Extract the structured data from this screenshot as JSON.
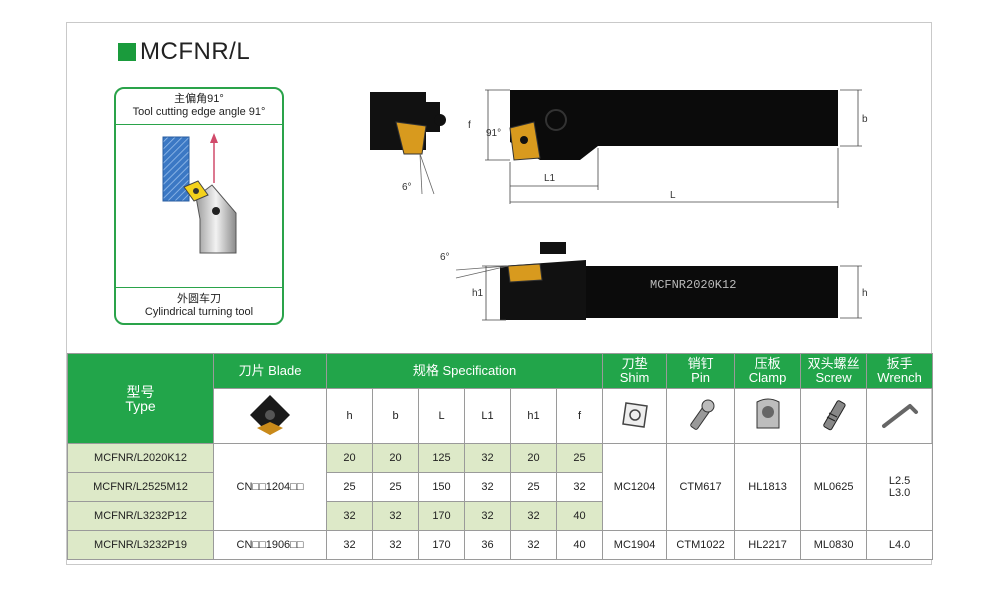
{
  "title": "MCFNR/L",
  "angle_box": {
    "top_cn": "主偏角91°",
    "top_en": "Tool cutting edge angle 91°",
    "bottom_cn": "外圆车刀",
    "bottom_en": "Cylindrical turning tool"
  },
  "drawing": {
    "angle_91": "91°",
    "angle_6_top": "6°",
    "angle_6_bottom": "6°",
    "dim_f": "f",
    "dim_b": "b",
    "dim_L1": "L1",
    "dim_L": "L",
    "dim_h1": "h1",
    "dim_h": "h",
    "engraving": "MCFNR2020K12"
  },
  "table": {
    "headers": {
      "type_cn": "型号",
      "type_en": "Type",
      "blade": "刀片 Blade",
      "spec": "规格 Specification",
      "shim_cn": "刀垫",
      "shim_en": "Shim",
      "pin_cn": "销钉",
      "pin_en": "Pin",
      "clamp_cn": "压板",
      "clamp_en": "Clamp",
      "screw_cn": "双头螺丝",
      "screw_en": "Screw",
      "wrench_cn": "扳手",
      "wrench_en": "Wrench"
    },
    "spec_cols": [
      "h",
      "b",
      "L",
      "L1",
      "h1",
      "f"
    ],
    "rows": [
      {
        "type": "MCFNR/L2020K12",
        "h": "20",
        "b": "20",
        "L": "125",
        "L1": "32",
        "h1": "20",
        "f": "25"
      },
      {
        "type": "MCFNR/L2525M12",
        "h": "25",
        "b": "25",
        "L": "150",
        "L1": "32",
        "h1": "25",
        "f": "32"
      },
      {
        "type": "MCFNR/L3232P12",
        "h": "32",
        "b": "32",
        "L": "170",
        "L1": "32",
        "h1": "32",
        "f": "40"
      },
      {
        "type": "MCFNR/L3232P19",
        "h": "32",
        "b": "32",
        "L": "170",
        "L1": "36",
        "h1": "32",
        "f": "40"
      }
    ],
    "group1": {
      "blade": "CN□□1204□□",
      "shim": "MC1204",
      "pin": "CTM617",
      "clamp": "HL1813",
      "screw": "ML0625",
      "wrench_1": "L2.5",
      "wrench_2": "L3.0"
    },
    "group2": {
      "blade": "CN□□1906□□",
      "shim": "MC1904",
      "pin": "CTM1022",
      "clamp": "HL2217",
      "screw": "ML0830",
      "wrench": "L4.0"
    }
  },
  "colors": {
    "accent": "#22a54a",
    "type_bg": "#dde9c8",
    "insert": "#d89a1e"
  }
}
